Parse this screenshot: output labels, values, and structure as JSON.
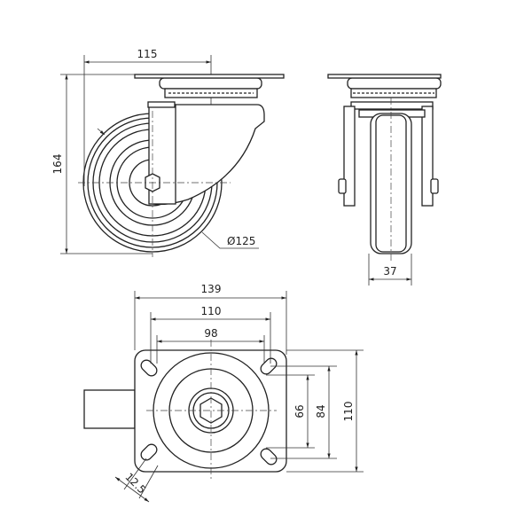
{
  "title": "Swivel castor dimensional drawing",
  "side_view": {
    "width_dim": "115",
    "height_dim": "164",
    "wheel_diameter_dim": "Ø125"
  },
  "front_view": {
    "wheel_width_dim": "37"
  },
  "top_plate_view": {
    "plate_length_dim": "139",
    "hole_spacing_outer_x_dim": "110",
    "hole_spacing_inner_x_dim": "98",
    "hole_spacing_inner_y_dim": "66",
    "hole_spacing_outer_y_dim": "84",
    "plate_width_dim": "110",
    "slot_width_dim": "12.5"
  }
}
